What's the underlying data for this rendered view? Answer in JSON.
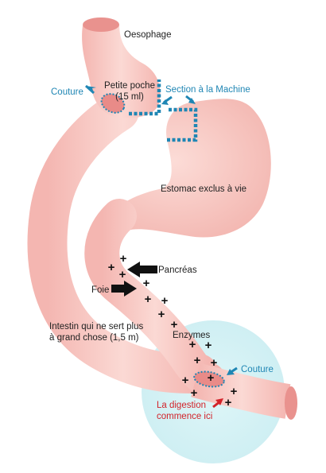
{
  "labels": {
    "oesophage": "Oesophage",
    "petite_poche": "Petite poche",
    "petite_poche_volume": "(15 ml)",
    "couture_top": "Couture",
    "section_machine": "Section à la Machine",
    "estomac": "Estomac exclus à vie",
    "pancreas": "Pancréas",
    "foie": "Foie",
    "intestin_line1": "Intestin qui ne sert plus",
    "intestin_line2": "à grand chose (1,5 m)",
    "enzymes": "Enzymes",
    "couture_bottom": "Couture",
    "digestion_line1": "La digestion",
    "digestion_line2": "commence ici"
  },
  "colors": {
    "tissue": "#f7c6c1",
    "tissue_dark": "#e98f8c",
    "staple_blue": "#1f86b4",
    "annotation_blue": "#1f86b4",
    "annotation_red": "#d2232a",
    "digestion_zone": "#d9f3f5",
    "arrow_black": "#111111"
  },
  "icons": [
    "arrow-right-icon",
    "arrow-left-icon",
    "plus-sign-icon"
  ]
}
